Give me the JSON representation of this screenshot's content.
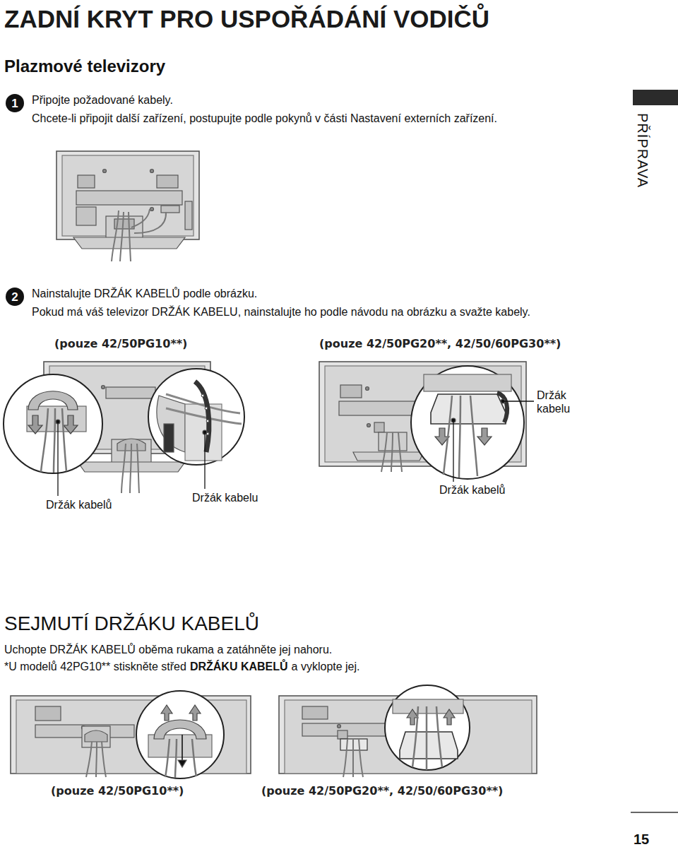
{
  "diagram": {
    "title": "ZADNÍ KRYT PRO USPOŘÁDÁNÍ VODIČŮ",
    "nodes": [
      {
        "text": [
          "1"
        ]
      },
      {
        "text": [
          "2"
        ]
      }
    ],
    "labels": [
      "Plazmové televizory",
      "Připojte požadované kabely.",
      "Chcete-li připojit další zařízení, postupujte podle pokynů v části Nastavení externích zařízení.",
      "PŘÍPRAVA",
      "Nainstalujte DRŽÁK KABELŮ podle obrázku.",
      "Pokud má váš televizor DRŽÁK KABELU, nainstalujte ho podle návodu na obrázku a svažte kabely.",
      "(pouze 42/50PG10**)",
      "(pouze 42/50PG20**, 42/50/60PG30**)",
      "Držák kabelu",
      "Držák kabelů",
      "Držák kabelu",
      "Držák kabelů",
      "SEJMUTÍ DRŽÁKU KABELŮ",
      "Uchopte DRŽÁK KABELŮ oběma rukama a zatáhněte jej nahoru.",
      "*U modelů 42PG10** stiskněte střed",
      "DRŽÁKU KABELŮ",
      "a vyklopte jej.",
      "(pouze 42/50PG10**)",
      "(pouze 42/50PG20**, 42/50/60PG30**)",
      "15"
    ]
  }
}
